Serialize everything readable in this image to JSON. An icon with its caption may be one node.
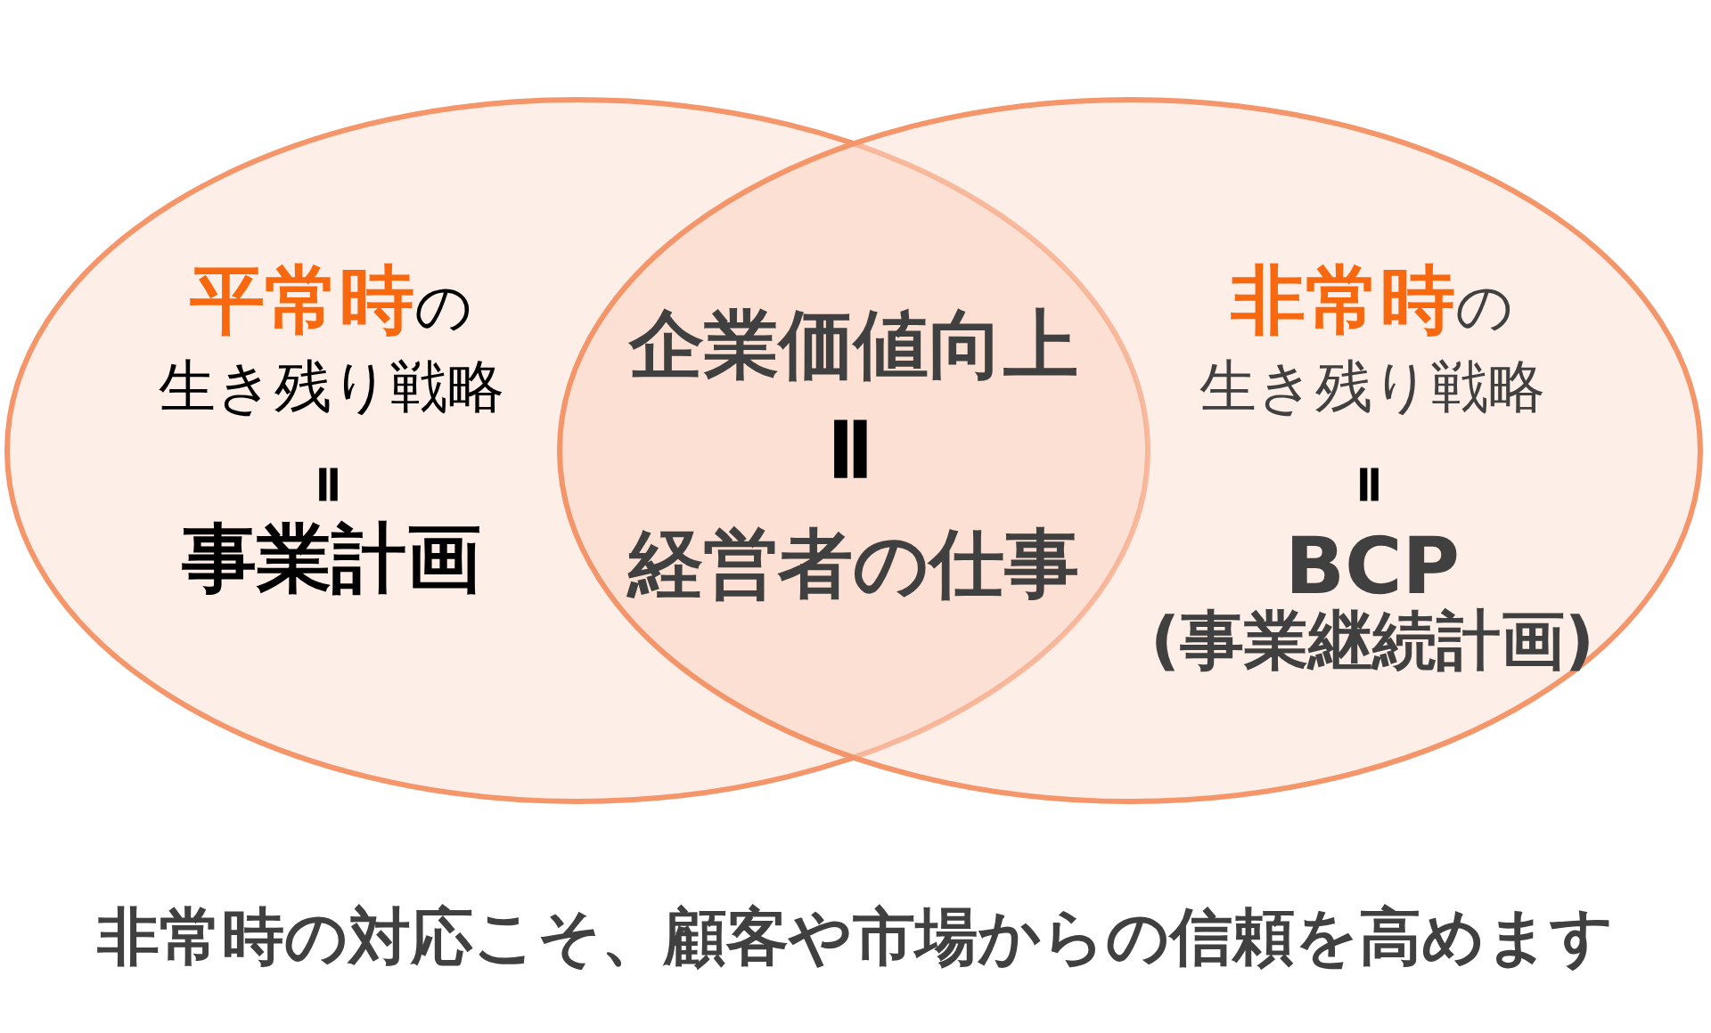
{
  "diagram": {
    "caption": "非常時の対応こそ、顧客や市場からの信頼を高めます",
    "nodes": [
      {
        "text": [
          "**平常時**の生き残り戦略",
          "＝",
          "事業計画"
        ]
      },
      {
        "text": [
          "企業価値向上",
          "＝",
          "経営者の仕事"
        ]
      },
      {
        "text": [
          "**非常時**の生き残り戦略",
          "＝",
          "BCP",
          "(事業継続計画)"
        ]
      }
    ]
  }
}
